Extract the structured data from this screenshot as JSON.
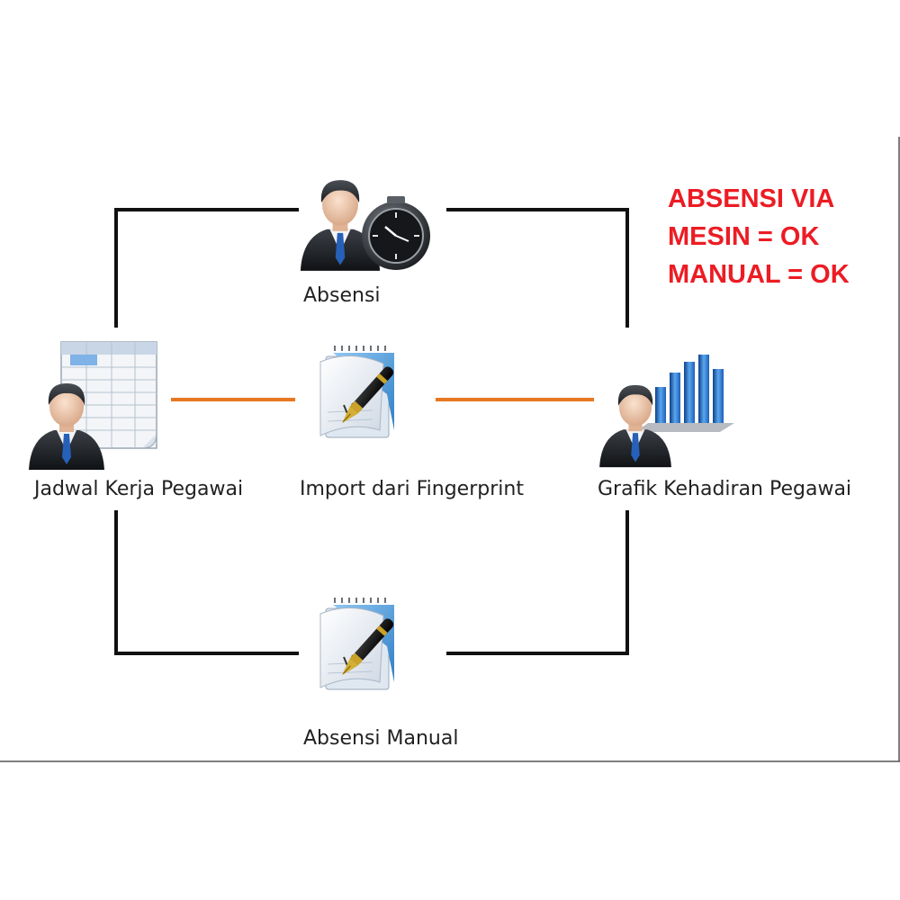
{
  "nodes": {
    "absensi": {
      "label": "Absensi"
    },
    "import": {
      "label": "Import dari Fingerprint"
    },
    "jadwal": {
      "label": "Jadwal Kerja Pegawai"
    },
    "grafik": {
      "label": "Grafik Kehadiran Pegawai"
    },
    "manual": {
      "label": "Absensi Manual"
    }
  },
  "note": {
    "lines": [
      "ABSENSI VIA",
      "MESIN = OK",
      "MANUAL = OK"
    ],
    "color": "#ec1c24"
  },
  "colors": {
    "frame_line": "#111111",
    "link_line": "#e87722",
    "border": "#555555"
  },
  "icons": {
    "absensi": "person-clock-icon",
    "import": "document-pen-icon",
    "jadwal": "person-spreadsheet-icon",
    "grafik": "person-bar-chart-icon",
    "manual": "document-pen-icon"
  }
}
